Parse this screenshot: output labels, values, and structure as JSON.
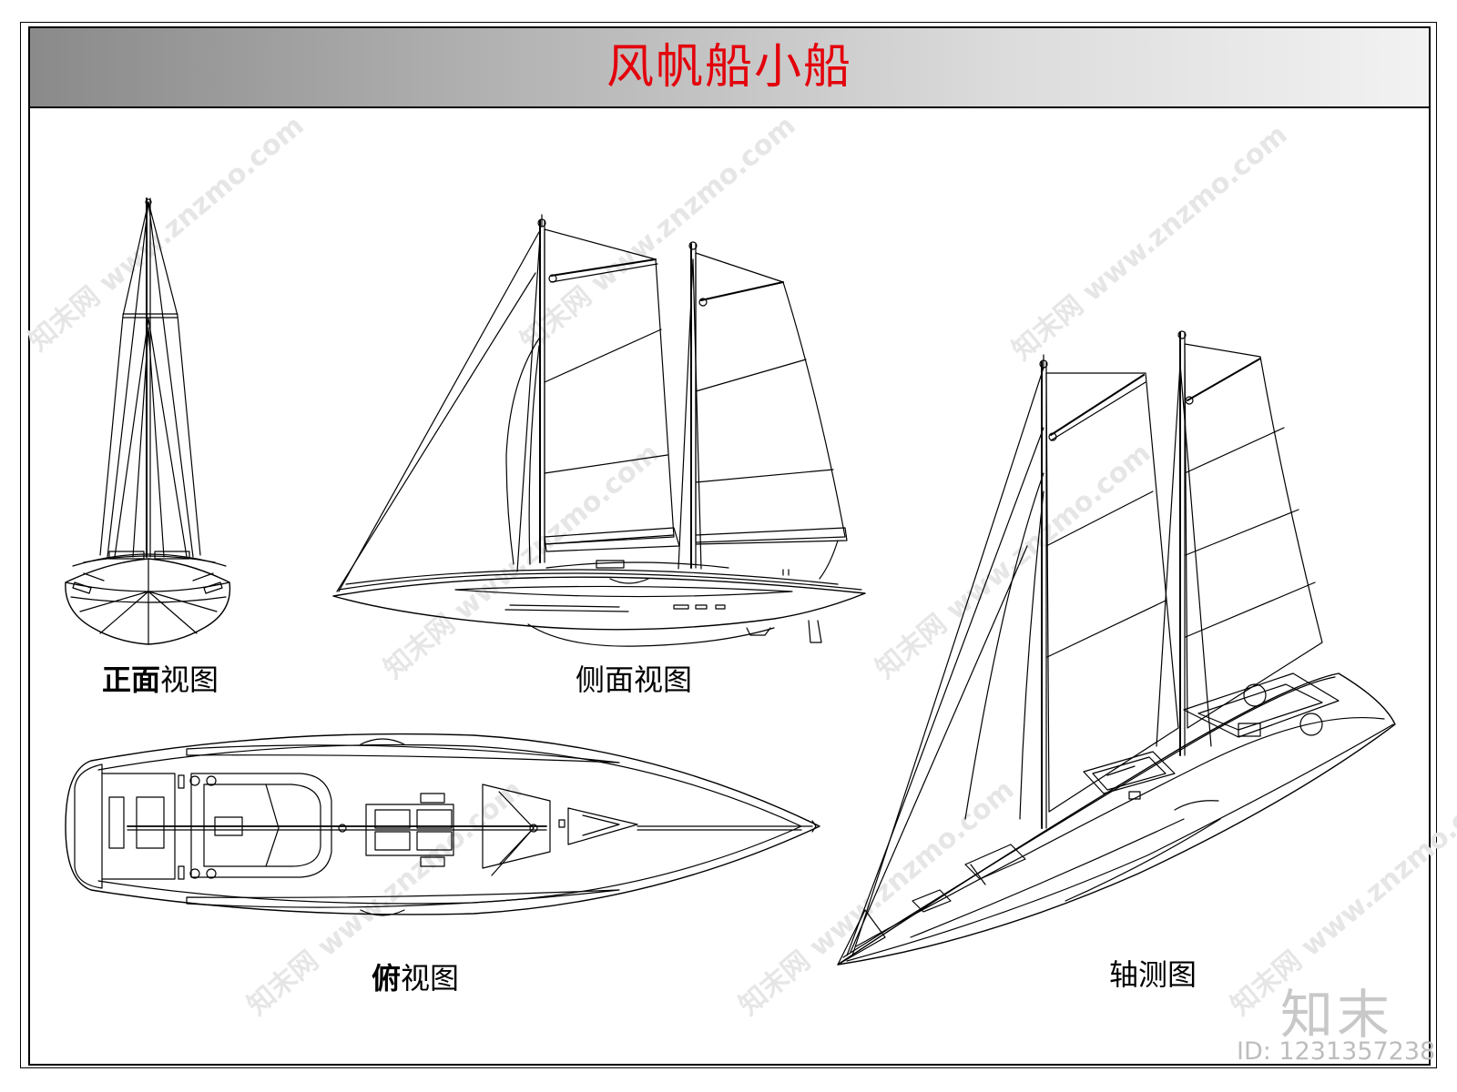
{
  "title": "风帆船小船",
  "views": {
    "front": {
      "bold": "正面",
      "rest": "视图"
    },
    "side": {
      "bold": "",
      "rest": "侧面视图"
    },
    "top": {
      "bold": "俯",
      "rest": "视图"
    },
    "axon": {
      "bold": "",
      "rest": "轴测图"
    }
  },
  "watermark": {
    "logo": "知末",
    "id": "ID: 1231357238",
    "pattern": "知末网 www.znzmo.com"
  },
  "colors": {
    "title": "#e3000b",
    "line": "#000000",
    "watermark": "#c8c8c8"
  }
}
